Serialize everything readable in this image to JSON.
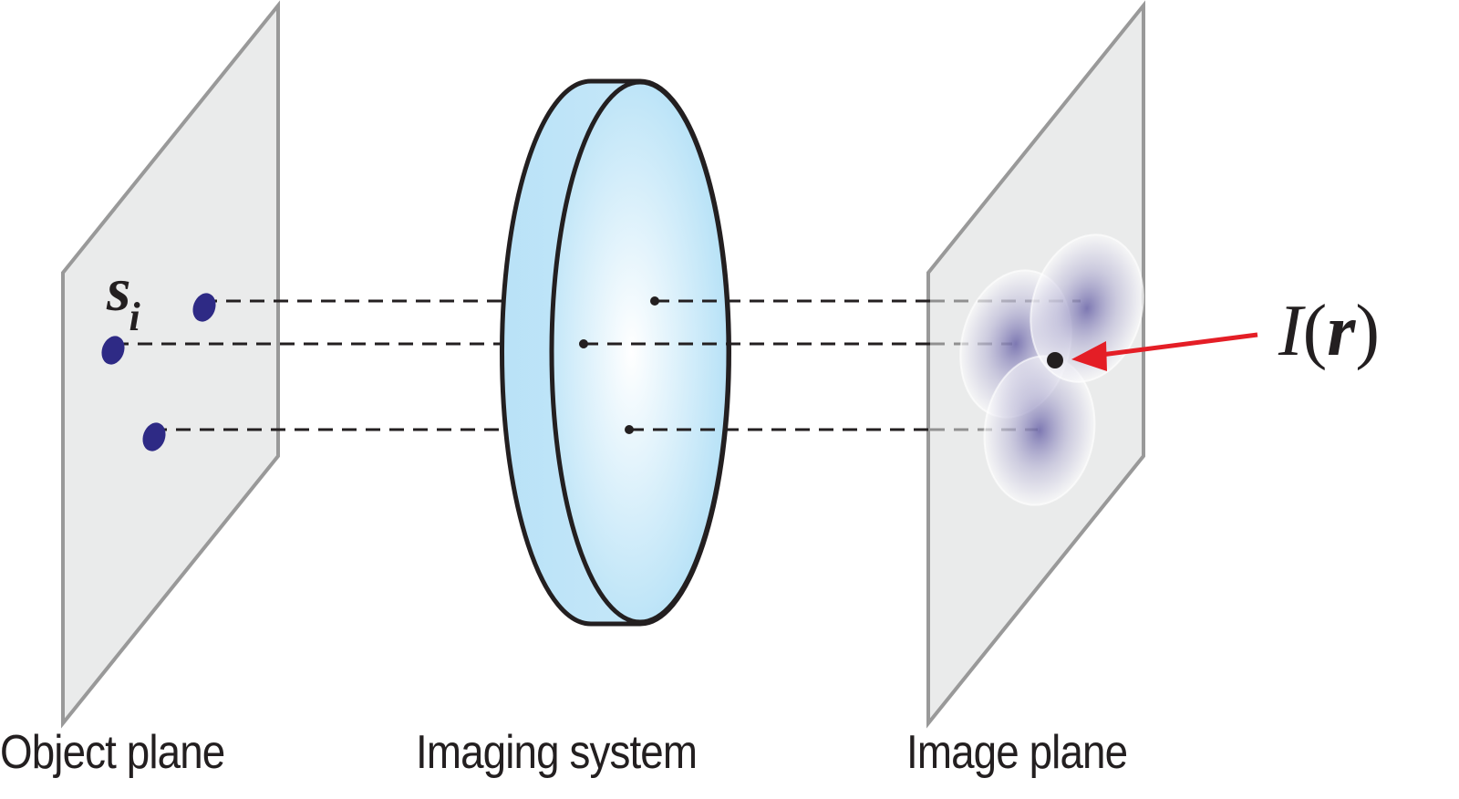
{
  "labels": {
    "object_plane": "Object plane",
    "imaging_system": "Imaging system",
    "image_plane": "Image plane"
  },
  "math": {
    "source_symbol": "s",
    "source_subscript": "i",
    "intensity_func": "I",
    "intensity_open": "(",
    "intensity_arg": "r",
    "intensity_close": ")"
  },
  "colors": {
    "plane_fill": "#eaebeb",
    "plane_stroke": "#999999",
    "lens_fill": "#a9dcf5",
    "source_point": "#2e2a85",
    "psf_blob": "#6a64a8",
    "arrow": "#e41e26",
    "line": "#231f20"
  }
}
